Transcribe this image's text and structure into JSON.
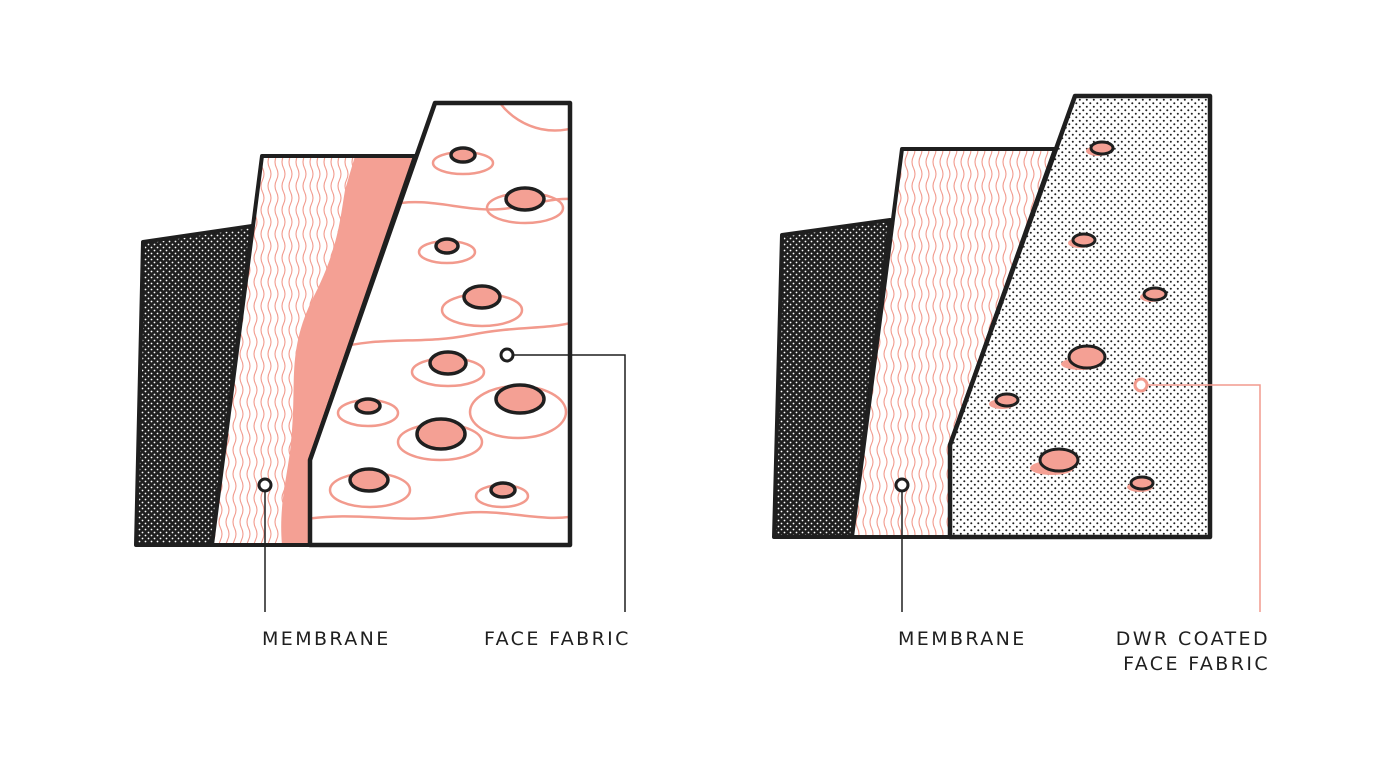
{
  "diagrams": [
    {
      "id": "uncoated",
      "labels": {
        "membrane": "MEMBRANE",
        "face_fabric_line1": "FACE FABRIC",
        "face_fabric_line2": ""
      }
    },
    {
      "id": "dwr-coated",
      "labels": {
        "membrane": "MEMBRANE",
        "face_fabric_line1": "DWR COATED",
        "face_fabric_line2": "FACE FABRIC"
      }
    }
  ],
  "colors": {
    "ink": "#1f1f1f",
    "salmon": "#f4a094",
    "salmon_line": "#f29a8d",
    "background": "#ffffff"
  }
}
